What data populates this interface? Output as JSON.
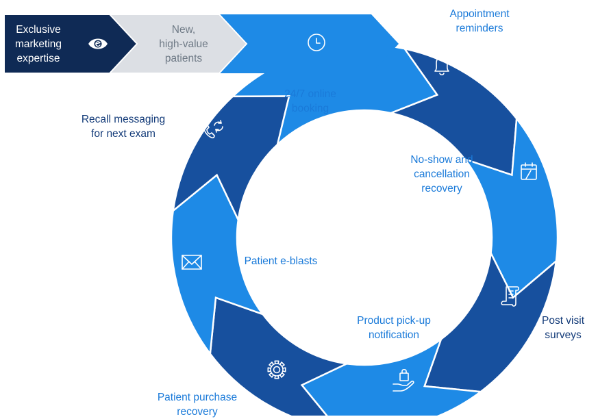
{
  "intro": {
    "label": "Exclusive\nmarketing\nexpertise",
    "icon": "eye-icon",
    "color": "#0f2a55"
  },
  "input_step": {
    "label": "New,\nhigh-value\npatients",
    "color": "#dcdfe4"
  },
  "cycle": [
    {
      "label": "24/7 online\nbooking",
      "icon": "clock-icon",
      "color": "#1e8ae6"
    },
    {
      "label": "Appointment\nreminders",
      "icon": "bell-icon",
      "color": "#17509e"
    },
    {
      "label": "No-show and\ncancellation\nrecovery",
      "icon": "calendar-slash-icon",
      "color": "#1e8ae6"
    },
    {
      "label": "Post visit\nsurveys",
      "icon": "scroll-icon",
      "color": "#17509e"
    },
    {
      "label": "Product pick-up\nnotification",
      "icon": "hand-bag-icon",
      "color": "#1e8ae6"
    },
    {
      "label": "Patient purchase\nrecovery",
      "icon": "gear-icon",
      "color": "#17509e"
    },
    {
      "label": "Patient e-blasts",
      "icon": "envelope-icon",
      "color": "#1e8ae6"
    },
    {
      "label": "Recall messaging\nfor next exam",
      "icon": "phone-refresh-icon",
      "color": "#17509e"
    }
  ]
}
